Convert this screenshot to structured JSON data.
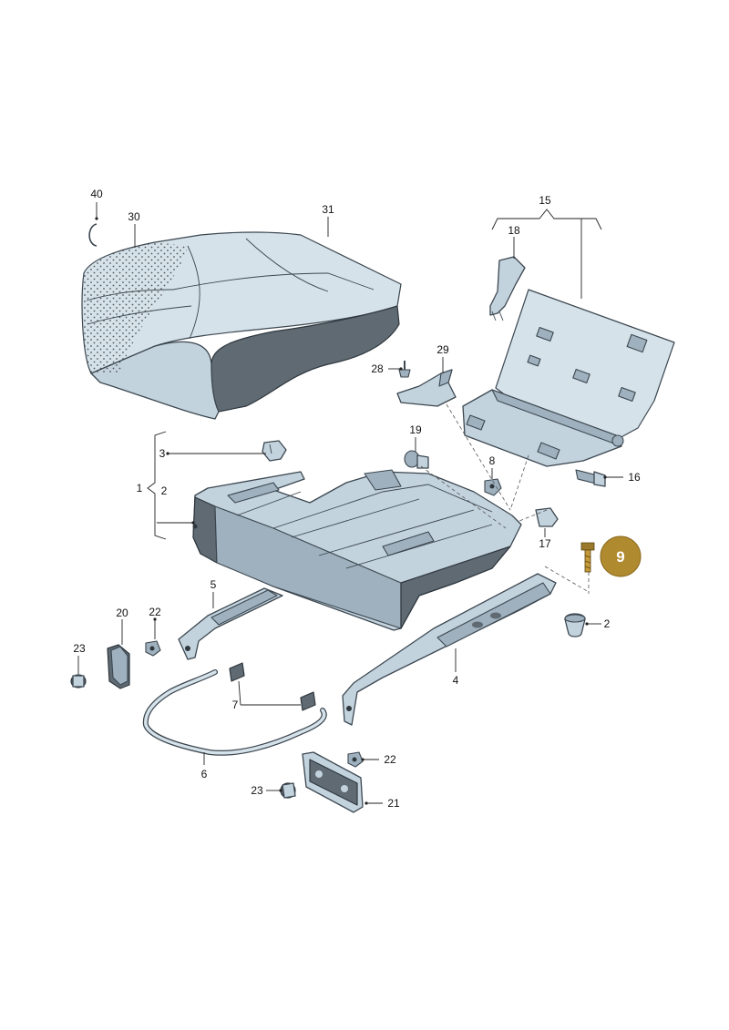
{
  "callouts": {
    "c1": "1",
    "c2a": "2",
    "c2b": "2",
    "c3": "3",
    "c4": "4",
    "c5": "5",
    "c6": "6",
    "c7": "7",
    "c8": "8",
    "c15": "15",
    "c16": "16",
    "c17": "17",
    "c18": "18",
    "c19": "19",
    "c20": "20",
    "c21": "21",
    "c22a": "22",
    "c22b": "22",
    "c23a": "23",
    "c23b": "23",
    "c28": "28",
    "c29": "29",
    "c30": "30",
    "c31": "31",
    "c40": "40"
  },
  "highlight": {
    "label": "9",
    "color": "#b08a2e"
  },
  "colors": {
    "part_fill": "#c3d3de",
    "part_dark": "#5f6a73",
    "outline": "#3c4750"
  }
}
